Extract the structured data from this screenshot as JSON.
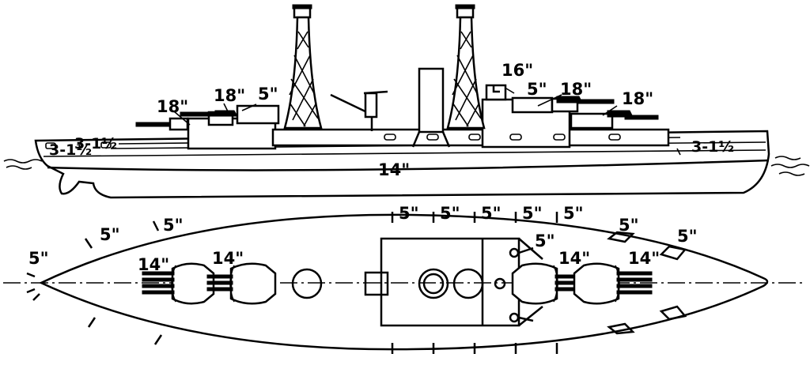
{
  "side_view": {
    "labels": {
      "belt_bow": "3-1½",
      "belt_bow_upper": "3-1½",
      "belt_main": "14\"",
      "turret_fwd": "18\"",
      "turret_fwd_wing": "18\"",
      "casemate_fwd": "5\"",
      "conning_tower": "16\"",
      "casemate_aft": "5\"",
      "turret_aft_wing": "18\"",
      "turret_aft": "18\"",
      "belt_stern": "3-1½"
    }
  },
  "plan_view": {
    "labels": {
      "bow_5": "5\"",
      "bow_side_1": "5\"",
      "bow_side_2": "5\"",
      "turret_fwd_14": "14\"",
      "turret_fwd_wing_14": "14\"",
      "battery_1": "5\"",
      "battery_2": "5\"",
      "battery_3": "5\"",
      "battery_4": "5\"",
      "battery_5": "5\"",
      "battery_side": "5\"",
      "turret_aft_wing_14": "14\"",
      "turret_aft_14": "14\"",
      "stern_5a": "5\"",
      "stern_5b": "5\""
    }
  }
}
